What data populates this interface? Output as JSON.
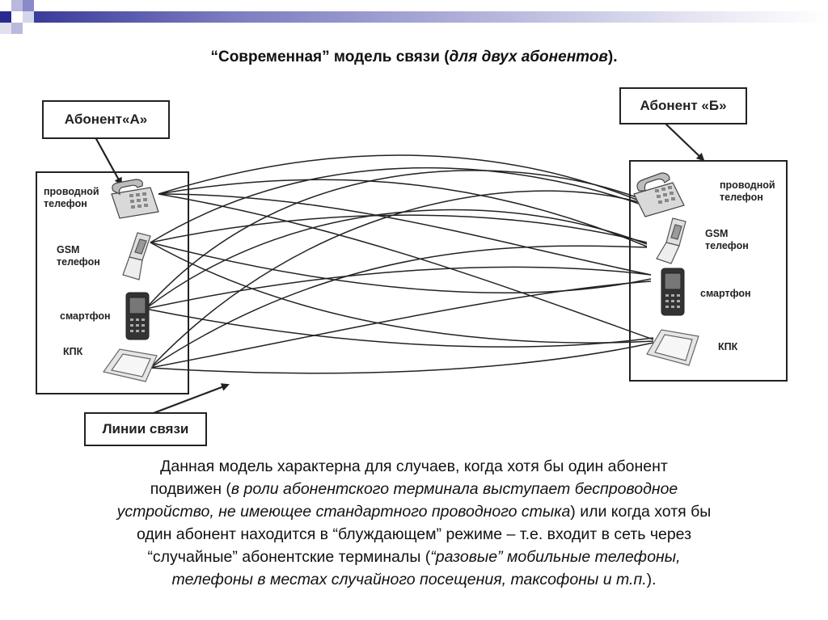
{
  "title": {
    "regular": "“Современная” модель связи (",
    "italic": "для двух абонентов",
    "end": ")."
  },
  "callouts": {
    "subscriber_a": "Абонент«А»",
    "subscriber_b": "Абонент «Б»",
    "lines": "Линии связи"
  },
  "devices_a": {
    "wired": [
      "проводной",
      "телефон"
    ],
    "gsm": [
      "GSM",
      "телефон"
    ],
    "smartphone": "смартфон",
    "pda": "КПК"
  },
  "devices_b": {
    "wired": [
      "проводной",
      "телефон"
    ],
    "gsm": [
      "GSM",
      "телефон"
    ],
    "smartphone": "смартфон",
    "pda": "КПК"
  },
  "description": {
    "line1": "Данная модель характерна для случаев, когда хотя бы один абонент",
    "line2_pre": "подвижен (",
    "line2_italic": "в роли абонентского терминала выступает беспроводное",
    "line3_italic": "устройство, не имеющее стандартного проводного стыка",
    "line3_post": ") или когда хотя бы",
    "line4": "один абонент находится в “блуждающем” режиме – т.е. входит в сеть через",
    "line5_pre": "“случайные” абонентские терминалы (",
    "line5_italic": "“разовые” мобильные телефоны,",
    "line6_italic": "телефоны в местах случайного посещения, таксофоны и т.п.",
    "line6_post": ")."
  },
  "colors": {
    "accent_dark": "#2b2b8f",
    "accent_light": "#b9b9de",
    "line": "#222222"
  }
}
